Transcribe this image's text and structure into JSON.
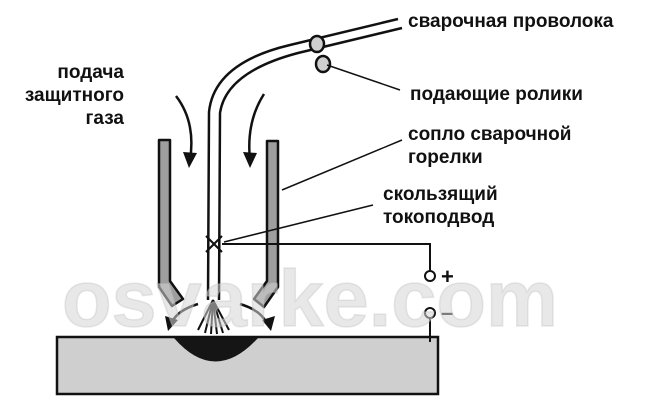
{
  "labels": {
    "wire": "сварочная проволока",
    "gas_line1": "подача",
    "gas_line2": "защитного",
    "gas_line3": "газа",
    "rollers": "подающие ролики",
    "nozzle_line1": "сопло сварочной",
    "nozzle_line2": "горелки",
    "contact_line1": "скользящий",
    "contact_line2": "токоподвод"
  },
  "polarity": {
    "plus": "+",
    "minus": "–"
  },
  "watermark": "osvarke.com",
  "colors": {
    "line": "#111111",
    "weld_pool": "#151515",
    "workpiece": "#cfcfcf",
    "nozzle_wall": "#9e9e9e"
  }
}
